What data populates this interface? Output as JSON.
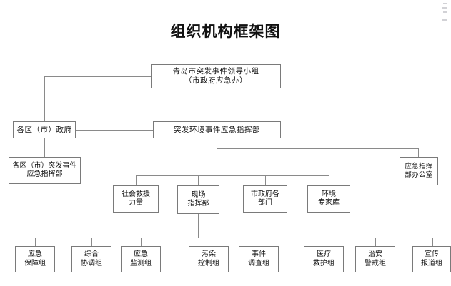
{
  "title": "组织机构框架图",
  "nodes": {
    "leading_group": "青岛市突发事件领导小组\n（市政府应急办）",
    "district_gov": "各区（市）政府",
    "env_command": "突发环境事件应急指挥部",
    "district_command": "各区（市）突发事件\n应急指挥部",
    "command_office": "应急指挥\n部办公室",
    "social_rescue": "社会救援\n力量",
    "site_command": "现场\n指挥部",
    "gov_departments": "市政府各\n部门",
    "expert_pool": "环境\n专家库",
    "teams": [
      "应急\n保障组",
      "综合\n协调组",
      "应急\n监测组",
      "污染\n控制组",
      "事件\n调查组",
      "医疗\n救护组",
      "治安\n警戒组",
      "宣传\n报道组"
    ]
  },
  "colors": {
    "box_border": "#7a7a7a",
    "edge_line": "#8a8a8a",
    "text": "#111111",
    "background": "#ffffff"
  }
}
